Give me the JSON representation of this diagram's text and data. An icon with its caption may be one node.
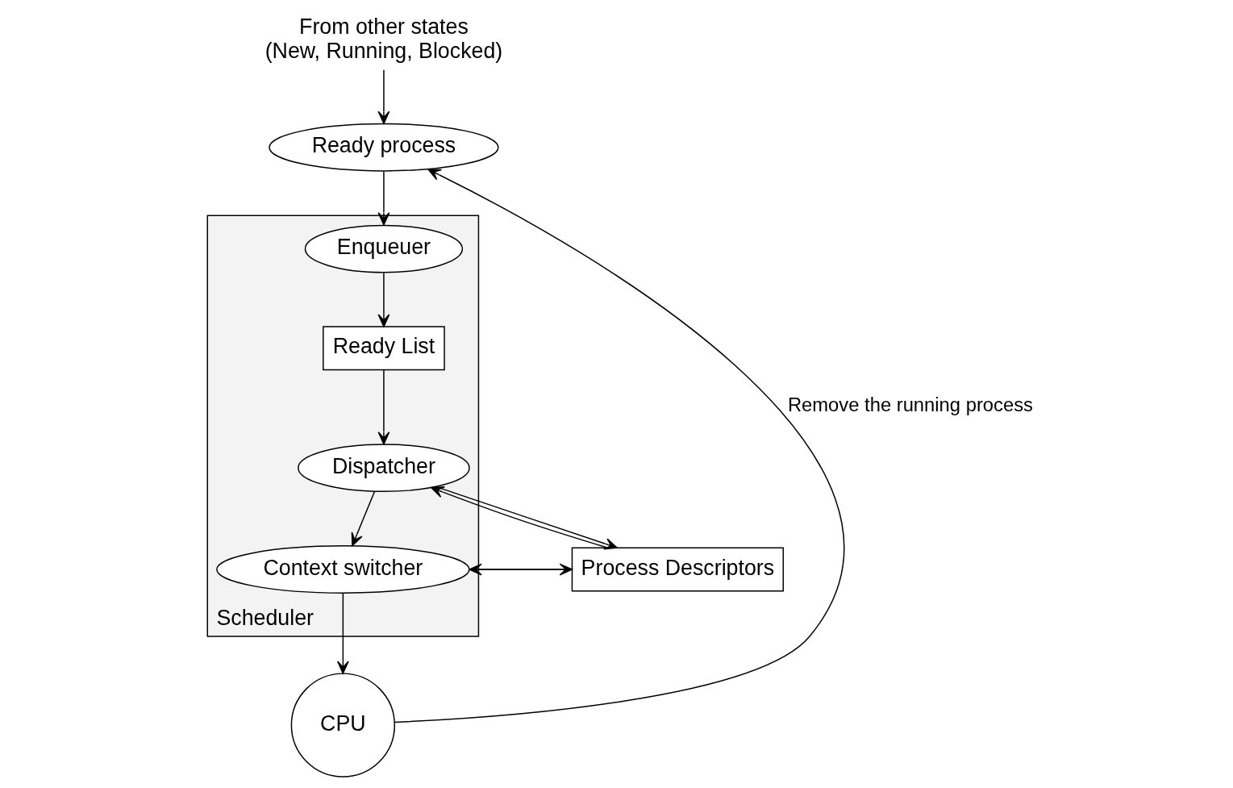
{
  "diagram": {
    "nodes": [
      {
        "text": [
          "From other states",
          "(New, Running, Blocked)"
        ]
      },
      {
        "text": [
          "Ready process"
        ]
      },
      {
        "text": [
          "Process Descriptors"
        ]
      },
      {
        "text": [
          "Scheduler"
        ]
      },
      {
        "text": [
          "Enqueuer"
        ],
        "in": 3
      },
      {
        "text": [
          "Ready List"
        ],
        "in": 3
      },
      {
        "text": [
          "Dispatcher"
        ],
        "in": 3
      },
      {
        "text": [
          "Context switcher"
        ],
        "in": 3
      },
      {
        "text": [
          "CPU"
        ]
      }
    ],
    "edges": [
      {
        "from": 0,
        "to": 1,
        "arrow": "to"
      },
      {
        "from": 8,
        "to": 1,
        "arrow": "to",
        "label": "Remove the running process"
      },
      {
        "from": 1,
        "to": 4,
        "arrow": "to"
      },
      {
        "from": 4,
        "to": 5,
        "arrow": "to"
      },
      {
        "from": 5,
        "to": 6,
        "arrow": "to"
      },
      {
        "from": 6,
        "to": 2,
        "arrow": "to"
      },
      {
        "from": 2,
        "to": 6,
        "arrow": "to"
      },
      {
        "from": 7,
        "to": 2,
        "arrow": "to"
      },
      {
        "from": 2,
        "to": 7,
        "arrow": "to"
      },
      {
        "from": 6,
        "to": 7,
        "arrow": "to"
      },
      {
        "from": 7,
        "to": 8,
        "arrow": "to"
      }
    ]
  }
}
